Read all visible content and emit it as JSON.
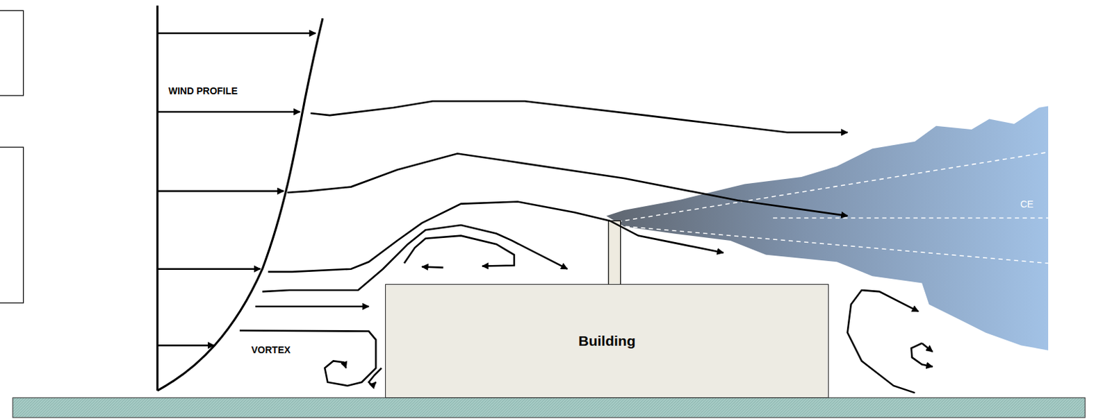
{
  "diagram": {
    "nodes": [
      {
        "text": [
          "Building"
        ]
      }
    ],
    "labels": [
      "WIND PROFILE",
      "VORTEX",
      "CE"
    ]
  }
}
